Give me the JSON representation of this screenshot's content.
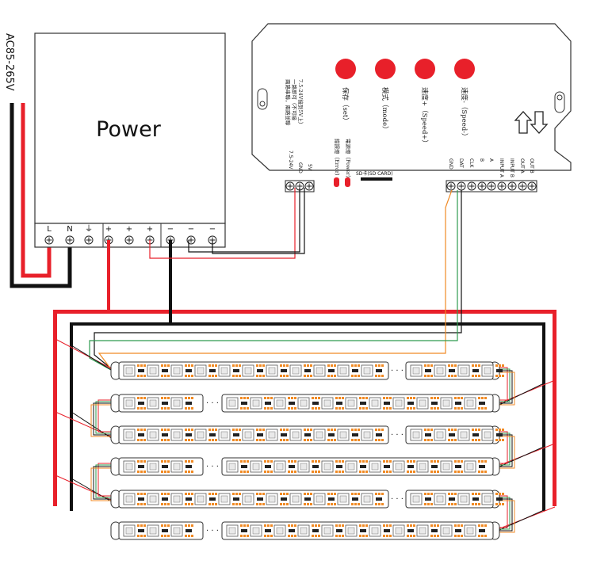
{
  "power_supply": {
    "title": "Power",
    "ac_input": "AC85-265V",
    "terminals": [
      "L",
      "N",
      "⏚",
      "+",
      "+",
      "+",
      "−",
      "−",
      "−"
    ]
  },
  "controller": {
    "description_lines": [
      "兩路串聯，兩路並聯",
      "一路即可（不可接",
      "7.5-24V接到5V上）"
    ],
    "buttons": [
      {
        "label": "保存（set）",
        "color": "#e8202a"
      },
      {
        "label": "模式（mode）",
        "color": "#e8202a"
      },
      {
        "label": "速度+（Speed+）",
        "color": "#e8202a"
      },
      {
        "label": "速度-（Speed-）",
        "color": "#e8202a"
      }
    ],
    "power_terminals": [
      "7.5-24V",
      "GND",
      "5V"
    ],
    "leds": [
      {
        "label": "錯誤燈（Error）",
        "color": "#e8202a"
      },
      {
        "label": "電源燈（Power）",
        "color": "#e8202a"
      }
    ],
    "sd_label": "SD卡(SD CARD)",
    "signal_terminals": [
      "GND",
      "DAT",
      "CLK",
      "B",
      "A",
      "INPUT A",
      "INPUT B",
      "OUT A",
      "OUT B"
    ]
  },
  "strips": {
    "count": 6,
    "ellipsis": "· · ·",
    "pcb_color": "#f08a24",
    "wire_colors": {
      "power": "#e8202a",
      "ground": "#111111",
      "data": "#f08a24",
      "clock": "#2e9b4f"
    }
  }
}
